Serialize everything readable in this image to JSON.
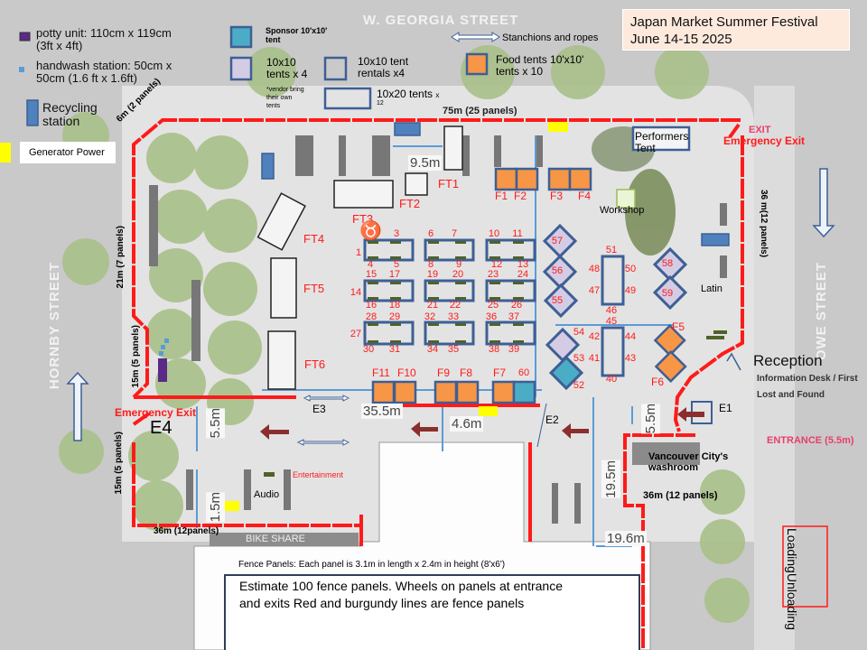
{
  "title_box": {
    "line1": "Japan Market Summer Festival",
    "line2": "June 14-15 2025",
    "bg_color": "#fdeadd"
  },
  "legend": {
    "potty": "potty unit: 110cm x 119cm",
    "potty_2": "(3ft x 4ft)",
    "handwash": "handwash station: 50cm x",
    "handwash_2": "50cm (1.6 ft x 1.6ft)",
    "recycling": "Recycling",
    "recycling_2": "station",
    "generator": "Generator Power",
    "sponsor": "Sponsor 10'x10'",
    "sponsor_2": "tent",
    "vendor_tents": "10x10",
    "vendor_tents_2": "tents x 4",
    "vendor_note": "*vendor bring",
    "vendor_note_2": "their own",
    "vendor_note_3": "tents",
    "rentals": "10x10 tent",
    "rentals_2": "rentals x4",
    "big_tents": "10x20 tents",
    "big_tents_x": "x",
    "big_tents_2": "12",
    "stanchions": "Stanchions and ropes",
    "food": "Food tents 10'x10'",
    "food_2": "tents x 10"
  },
  "streets": {
    "north": "W. GEORGIA STREET",
    "west": "HORNBY STREET",
    "east": "OWE STREET"
  },
  "dimensions": {
    "top": "75m (25 panels)",
    "corner": "6m (2 panels)",
    "left_upper": "21m (7 panels)",
    "left_mid": "15m (5 panels)",
    "left_lower": "15m (5 panels)",
    "right": "36 m(12 panels)",
    "bottom_left": "36m (12panels)",
    "bottom_right": "36m (12 panels)",
    "d_9_5": "9.5m",
    "d_35_5": "35.5m",
    "d_4_6": "4.6m",
    "d_5_5_left": "5.5m",
    "d_5_5_right": "5.5m",
    "d_1_5": "1.5m",
    "d_19_5": "19.5m",
    "d_19_6": "19.6m"
  },
  "areas": {
    "exit_sign": "EXIT",
    "emergency_exit_ne": "Emergency Exit",
    "emergency_exit_w": "Emergency Exit",
    "performers": "Performers",
    "performers_2": "Tent",
    "workshop": "Workshop",
    "latin": "Latin",
    "reception": "Reception",
    "info_desk": "Information Desk / First",
    "lost_found": "Lost and Found",
    "entrance": "ENTRANCE (5.5m)",
    "washroom": "Vancouver City's",
    "washroom_2": "washroom",
    "entertainment": "Entertainment",
    "audio": "Audio",
    "bike_share": "BIKE SHARE",
    "loading": "Loading",
    "unloading": "Unloading",
    "e1": "E1",
    "e2": "E2",
    "e3": "E3",
    "e4": "E4"
  },
  "food_trucks": [
    "FT1",
    "FT2",
    "FT3",
    "FT4",
    "FT5",
    "FT6"
  ],
  "food_tents": [
    "F1",
    "F2",
    "F3",
    "F4",
    "F5",
    "F6",
    "F7",
    "F8",
    "F9",
    "F10",
    "F11"
  ],
  "booth_labels": [
    "1",
    "3",
    "4",
    "5",
    "6",
    "7",
    "8",
    "9",
    "10",
    "11",
    "12",
    "13",
    "14",
    "15",
    "16",
    "17",
    "18",
    "19",
    "20",
    "21",
    "22",
    "23",
    "24",
    "25",
    "26",
    "27",
    "28",
    "29",
    "30",
    "31",
    "32",
    "33",
    "34",
    "35",
    "36",
    "37",
    "38",
    "39",
    "40",
    "41",
    "42",
    "43",
    "44",
    "45",
    "46",
    "47",
    "48",
    "49",
    "50",
    "51",
    "52",
    "53",
    "54",
    "55",
    "56",
    "57",
    "58",
    "59",
    "60"
  ],
  "notes": {
    "fence_panels": "Fence Panels: Each panel is 3.1m in length x 2.4m in height (8'x6')",
    "estimate": "Estimate 100 fence panels. Wheels on panels at entrance",
    "estimate_2": "and exits  Red and burgundy lines are fence panels"
  },
  "colors": {
    "fence": "#ff1a1a",
    "tent_border": "#3d5f95",
    "food_tent": "#f79646",
    "sponsor": "#4bacc6",
    "vendor": "#d4cce4",
    "generator": "#ffff00",
    "potty": "#5b2a86",
    "handwash": "#5b9bd5",
    "arrow": "#8b2e2e"
  }
}
